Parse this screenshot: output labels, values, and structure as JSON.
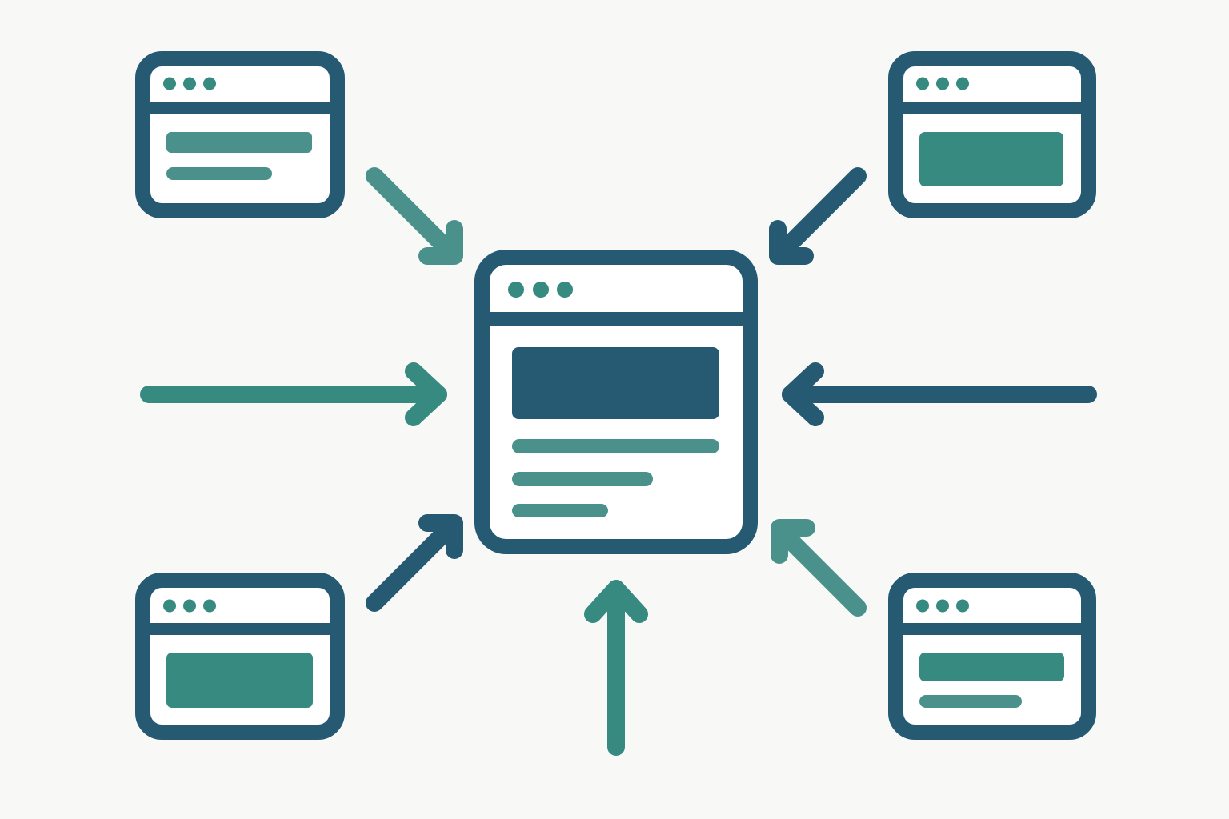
{
  "colors": {
    "background": "#f8f8f7",
    "navy": "#255a72",
    "teal": "#368a80",
    "teal_light": "#4a918b",
    "window_fill": "#ffffff"
  },
  "center_window": {
    "icon": "browser-window-icon",
    "content": [
      "banner-block",
      "text-line",
      "text-line",
      "text-line"
    ]
  },
  "satellite_windows": [
    {
      "position": "top-left",
      "icon": "browser-window-icon",
      "content": [
        "text-line",
        "text-line"
      ]
    },
    {
      "position": "top-right",
      "icon": "browser-window-icon",
      "content": [
        "banner-block"
      ]
    },
    {
      "position": "bottom-left",
      "icon": "browser-window-icon",
      "content": [
        "banner-block"
      ]
    },
    {
      "position": "bottom-right",
      "icon": "browser-window-icon",
      "content": [
        "text-line",
        "text-line"
      ]
    }
  ],
  "arrows": [
    {
      "from": "top-left",
      "to": "center",
      "icon": "arrow-icon"
    },
    {
      "from": "top-right",
      "to": "center",
      "icon": "arrow-icon"
    },
    {
      "from": "left",
      "to": "center",
      "icon": "arrow-icon"
    },
    {
      "from": "right",
      "to": "center",
      "icon": "arrow-icon"
    },
    {
      "from": "bottom-left",
      "to": "center",
      "icon": "arrow-icon"
    },
    {
      "from": "bottom-right",
      "to": "center",
      "icon": "arrow-icon"
    },
    {
      "from": "bottom",
      "to": "center",
      "icon": "arrow-icon"
    }
  ]
}
